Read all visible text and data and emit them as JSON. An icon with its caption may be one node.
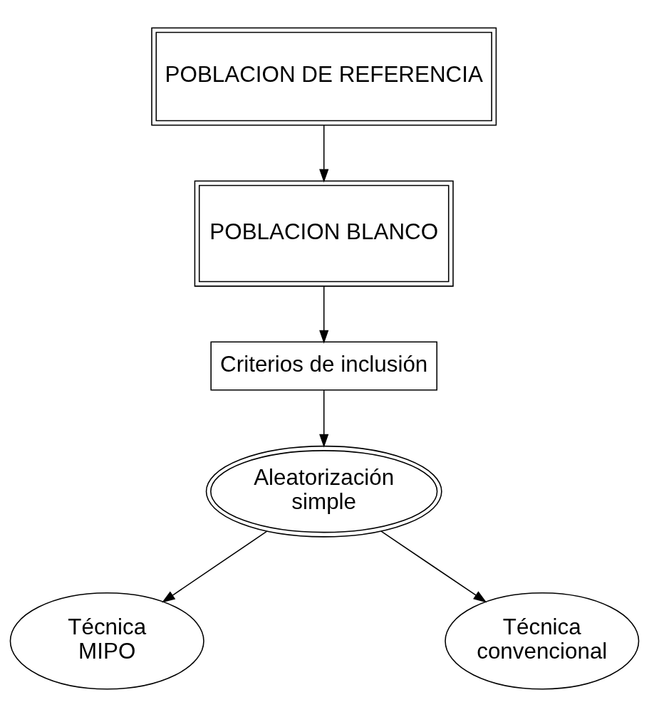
{
  "diagram": {
    "nodes": [
      {
        "text": [
          "POBLACION DE REFERENCIA"
        ]
      },
      {
        "text": [
          "POBLACION BLANCO"
        ]
      },
      {
        "text": [
          "Criterios de inclusión"
        ]
      },
      {
        "text": [
          "Aleatorización simple"
        ]
      },
      {
        "text": [
          "Técnica MIPO"
        ]
      },
      {
        "text": [
          "Técnica convencional"
        ]
      }
    ],
    "edges": [
      {
        "from": 0,
        "to": 1,
        "arrow": "to"
      },
      {
        "from": 1,
        "to": 2,
        "arrow": "to"
      },
      {
        "from": 2,
        "to": 3,
        "arrow": "to"
      },
      {
        "from": 3,
        "to": 4,
        "arrow": "to"
      },
      {
        "from": 3,
        "to": 5,
        "arrow": "to"
      }
    ]
  }
}
